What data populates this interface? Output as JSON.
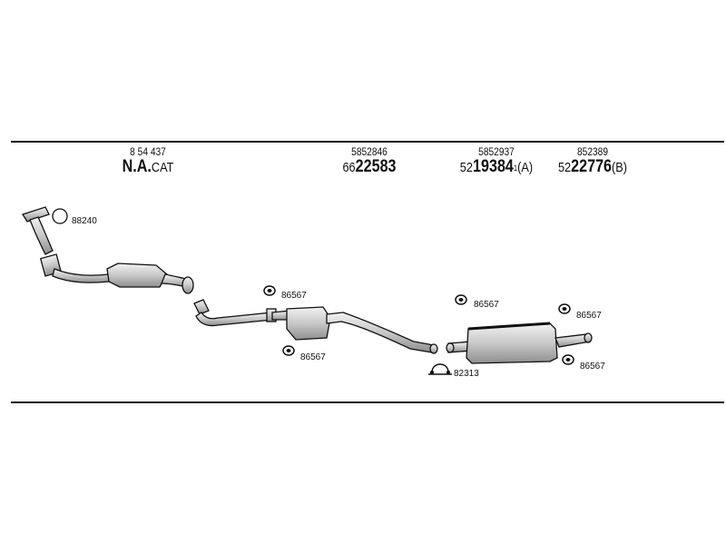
{
  "header": {
    "groups": [
      {
        "oe": "8 54 437",
        "prefix": "N.A.",
        "main": "",
        "suffix": "CAT",
        "sup": "",
        "variant": ""
      },
      {
        "oe": "5852846",
        "prefix": "66",
        "main": "22583",
        "suffix": "",
        "sup": "",
        "variant": ""
      },
      {
        "oe": "5852937",
        "prefix": "52",
        "main": "19384",
        "suffix": "",
        "sup": "1",
        "variant": "(A)"
      },
      {
        "oe": "852389",
        "prefix": "52",
        "main": "22776",
        "suffix": "",
        "sup": "",
        "variant": "(B)"
      }
    ]
  },
  "callouts": {
    "gasket": "88240",
    "hanger_1": "86567",
    "hanger_2": "86567",
    "hanger_3": "86567",
    "hanger_4": "86567",
    "hanger_5": "86567",
    "clamp": "82313"
  },
  "colors": {
    "ink": "#111111",
    "part_fill": "#d9d9d9",
    "part_shade": "#a8a8a8"
  }
}
